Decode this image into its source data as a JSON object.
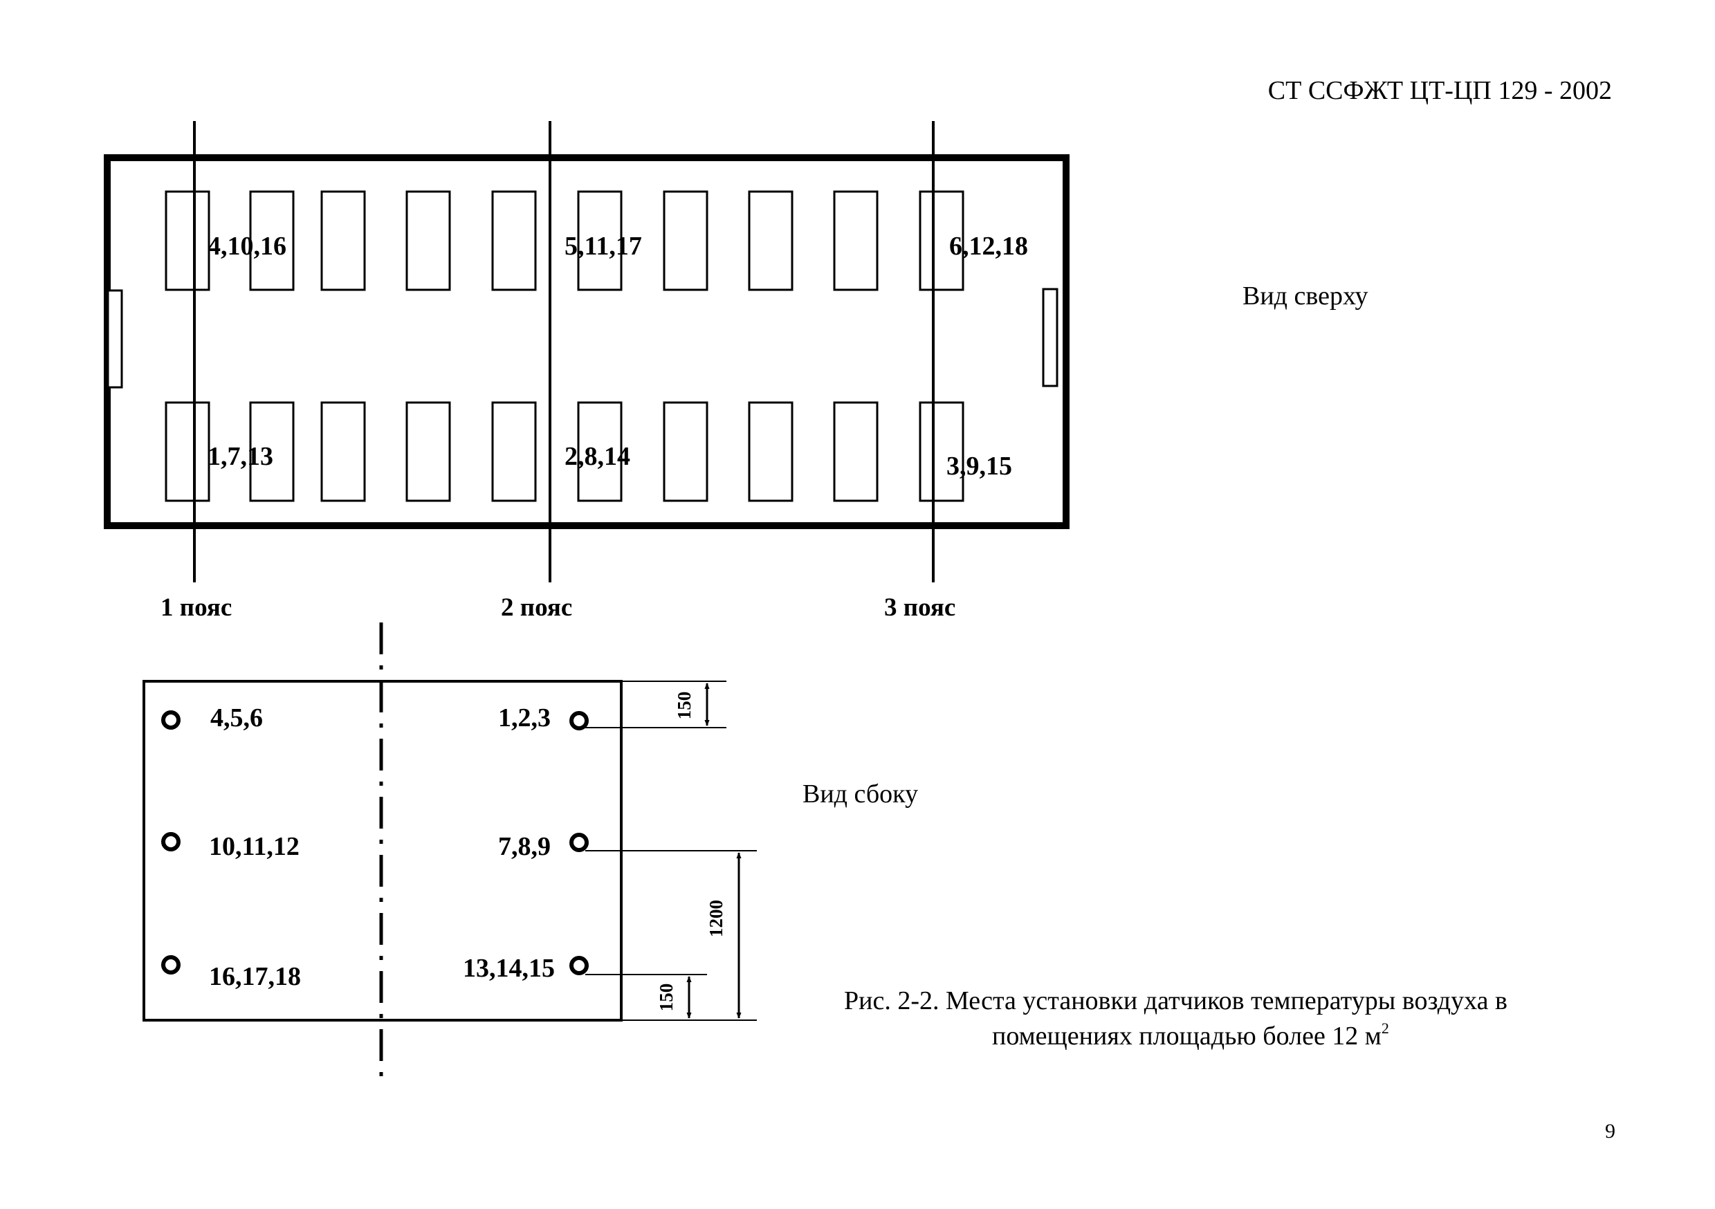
{
  "header": {
    "doc_code": "СТ ССФЖТ ЦТ-ЦП 129 - 2002"
  },
  "top_view": {
    "label": "Вид сверху",
    "zones": [
      "1 пояс",
      "2 пояс",
      "3 пояс"
    ],
    "upper_groups": [
      "4,10,16",
      "5,11,17",
      "6,12,18"
    ],
    "lower_groups": [
      "1,7,13",
      "2,8,14",
      "3,9,15"
    ]
  },
  "side_view": {
    "label": "Вид сбоку",
    "left_points": [
      "4,5,6",
      "10,11,12",
      "16,17,18"
    ],
    "right_points": [
      "1,2,3",
      "7,8,9",
      "13,14,15"
    ],
    "dimensions": {
      "top": "150",
      "middle": "1200",
      "bottom": "150"
    }
  },
  "caption": {
    "line1": "Рис. 2-2. Места установки датчиков температуры воздуха в",
    "line2": "помещениях площадью более 12 м",
    "superscript": "2"
  },
  "footer": {
    "page_number": "9"
  }
}
